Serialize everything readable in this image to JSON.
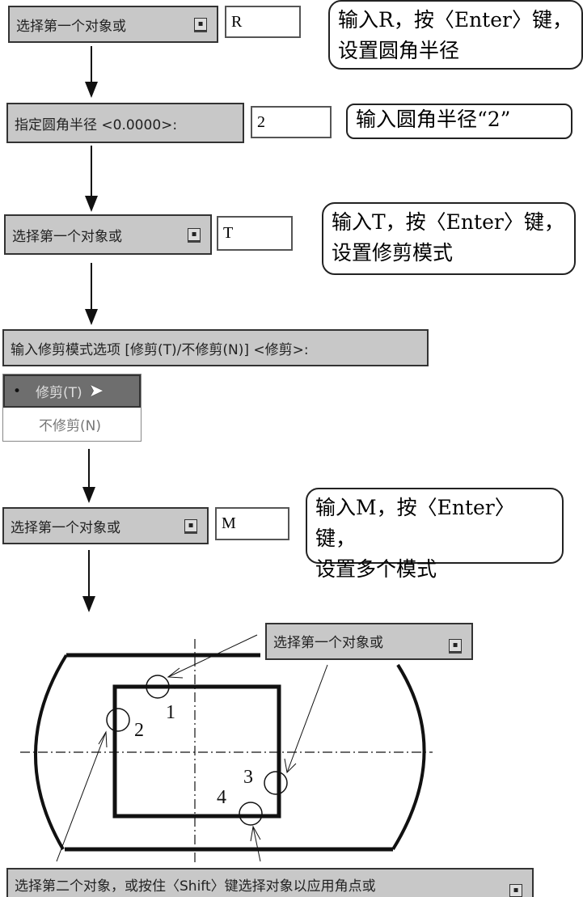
{
  "step1": {
    "prompt": "选择第一个对象或",
    "input": "R",
    "callout_line1": "输入R，按〈Enter〉键，",
    "callout_line2": "设置圆角半径"
  },
  "step2": {
    "prompt": "指定圆角半径 <0.0000>:",
    "input": "2",
    "callout": "输入圆角半径“2”"
  },
  "step3": {
    "prompt": "选择第一个对象或",
    "input": "T",
    "callout_line1": "输入T，按〈Enter〉键，",
    "callout_line2": "设置修剪模式"
  },
  "step4": {
    "prompt": "输入修剪模式选项 [修剪(T)/不修剪(N)] <修剪>:",
    "options": [
      "修剪(T)",
      "不修剪(N)"
    ],
    "bullet": "•"
  },
  "step5": {
    "prompt": "选择第一个对象或",
    "input": "M",
    "callout_line1": "输入M，按〈Enter〉键，",
    "callout_line2": "设置多个模式"
  },
  "drawing": {
    "prompt_first": "选择第一个对象或",
    "prompt_second": "选择第二个对象，或按住〈Shift〉键选择对象以应用角点或",
    "labels": [
      "1",
      "2",
      "3",
      "4"
    ]
  },
  "dropdown_icon": "▪"
}
